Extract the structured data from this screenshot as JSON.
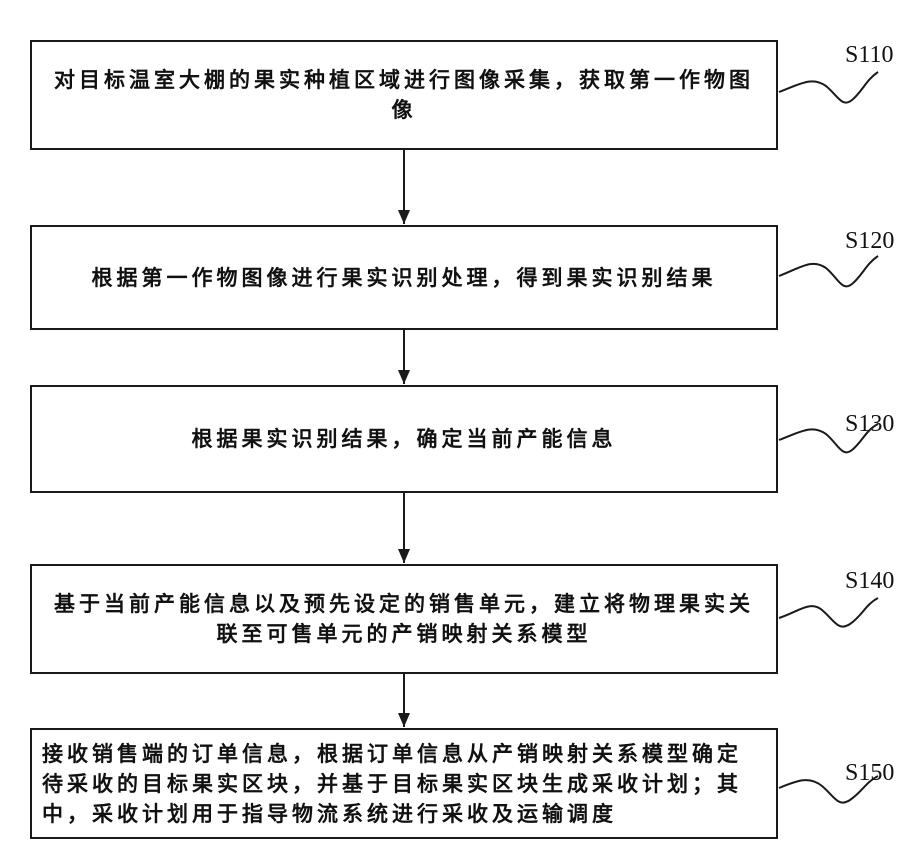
{
  "steps": [
    {
      "id": "S110",
      "text": "对目标温室大棚的果实种植区域进行图像采集，获取第一作物图像"
    },
    {
      "id": "S120",
      "text": "根据第一作物图像进行果实识别处理，得到果实识别结果"
    },
    {
      "id": "S130",
      "text": "根据果实识别结果，确定当前产能信息"
    },
    {
      "id": "S140",
      "text": "基于当前产能信息以及预先设定的销售单元，建立将物理果实关联至可售单元的产销映射关系模型"
    },
    {
      "id": "S150",
      "text": "接收销售端的订单信息，根据订单信息从产销映射关系模型确定待采收的目标果实区块，并基于目标果实区块生成采收计划；其中，采收计划用于指导物流系统进行采收及运输调度"
    }
  ],
  "colors": {
    "line": "#1a1a1a",
    "text": "#111111",
    "background": "#ffffff"
  }
}
